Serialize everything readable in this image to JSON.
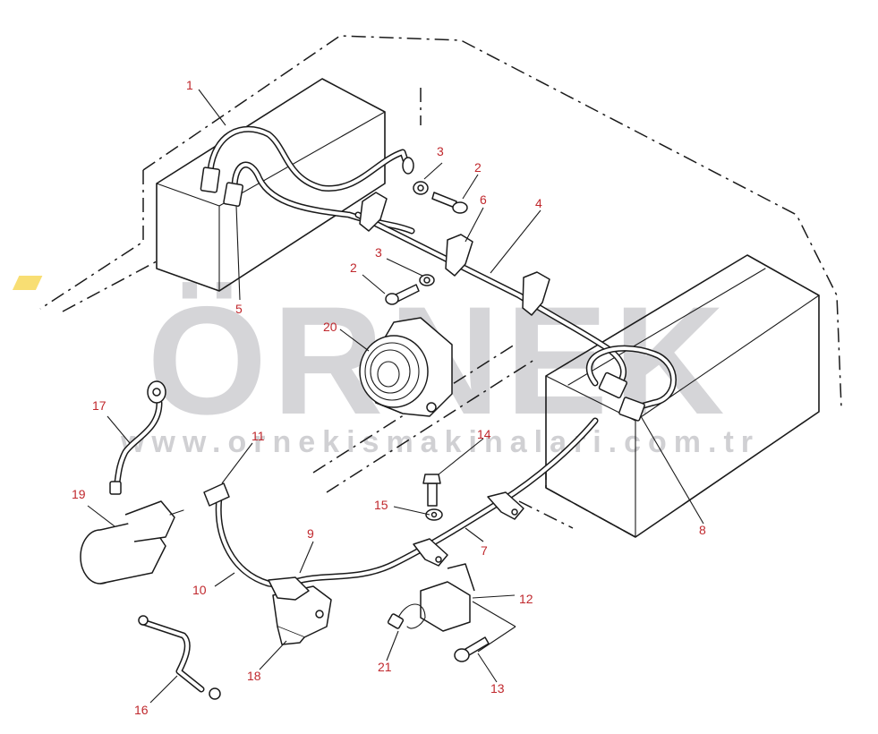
{
  "watermark": {
    "brand": "ÖRNEK",
    "url": "www.ornekismakinalari.com.tr",
    "brand_color": "#d6d6da",
    "accent_color": "#f2c200"
  },
  "callouts": [
    "1",
    "2",
    "3",
    "4",
    "5",
    "6",
    "7",
    "8",
    "9",
    "10",
    "11",
    "12",
    "13",
    "14",
    "15",
    "16",
    "17",
    "18",
    "19",
    "20",
    "21",
    "2",
    "3"
  ],
  "colors": {
    "callout_number": "#c0282d",
    "line": "#1a1a1a"
  }
}
